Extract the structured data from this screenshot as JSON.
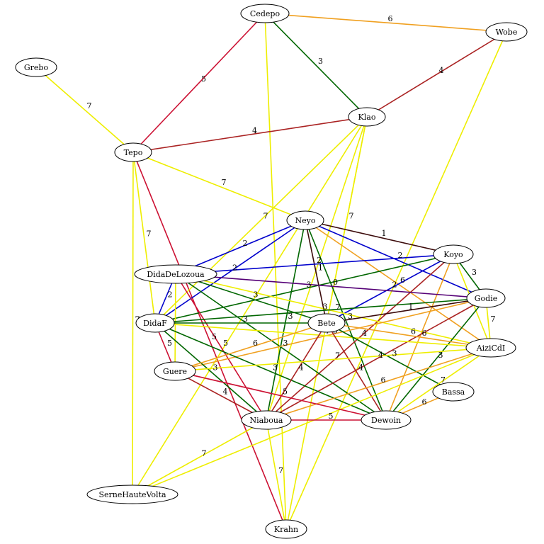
{
  "colors": {
    "1": "#3b0a0a",
    "2": "#0000cc",
    "3": "#006600",
    "4": "#aa2222",
    "5": "#cc1133",
    "6": "#f0a020",
    "7": "#eeee00",
    "0": "#550077"
  },
  "nodes": [
    {
      "id": "Cedepo",
      "label": "Cedepo"
    },
    {
      "id": "Wobe",
      "label": "Wobe"
    },
    {
      "id": "Grebo",
      "label": "Grebo"
    },
    {
      "id": "Klao",
      "label": "Klao"
    },
    {
      "id": "Tepo",
      "label": "Tepo"
    },
    {
      "id": "Neyo",
      "label": "Neyo"
    },
    {
      "id": "Koyo",
      "label": "Koyo"
    },
    {
      "id": "DidaDeLozoua",
      "label": "DidaDeLozoua"
    },
    {
      "id": "Godie",
      "label": "Godie"
    },
    {
      "id": "DidaF",
      "label": "DidaF"
    },
    {
      "id": "Bete",
      "label": "Bete"
    },
    {
      "id": "AiziCdI",
      "label": "AiziCdI"
    },
    {
      "id": "Guere",
      "label": "Guere"
    },
    {
      "id": "Bassa",
      "label": "Bassa"
    },
    {
      "id": "Niaboua",
      "label": "Niaboua"
    },
    {
      "id": "Dewoin",
      "label": "Dewoin"
    },
    {
      "id": "SerneHauteVolta",
      "label": "SerneHauteVolta"
    },
    {
      "id": "Krahn",
      "label": "Krahn"
    }
  ],
  "edges": [
    {
      "from": "Cedepo",
      "to": "Wobe",
      "label": "6"
    },
    {
      "from": "Cedepo",
      "to": "Tepo",
      "label": "5"
    },
    {
      "from": "Cedepo",
      "to": "Klao",
      "label": "3"
    },
    {
      "from": "Cedepo",
      "to": "Krahn",
      "label": ""
    },
    {
      "from": "Wobe",
      "to": "Klao",
      "label": "4"
    },
    {
      "from": "Wobe",
      "to": "Krahn",
      "label": ""
    },
    {
      "from": "Grebo",
      "to": "Tepo",
      "label": "7"
    },
    {
      "from": "Tepo",
      "to": "Klao",
      "label": "4"
    },
    {
      "from": "Tepo",
      "to": "Neyo",
      "label": "7"
    },
    {
      "from": "Tepo",
      "to": "DidaF",
      "label": "7"
    },
    {
      "from": "Tepo",
      "to": "SerneHauteVolta",
      "label": "7"
    },
    {
      "from": "Tepo",
      "to": "Krahn",
      "label": "5"
    },
    {
      "from": "Klao",
      "to": "DidaF",
      "label": "7"
    },
    {
      "from": "Klao",
      "to": "Bete",
      "label": "7"
    },
    {
      "from": "Klao",
      "to": "SerneHauteVolta",
      "label": ""
    },
    {
      "from": "Klao",
      "to": "Niaboua",
      "label": ""
    },
    {
      "from": "Klao",
      "to": "Krahn",
      "label": ""
    },
    {
      "from": "Neyo",
      "to": "Koyo",
      "label": "1"
    },
    {
      "from": "Neyo",
      "to": "DidaDeLozoua",
      "label": "2"
    },
    {
      "from": "Neyo",
      "to": "Godie",
      "label": "2"
    },
    {
      "from": "Neyo",
      "to": "AiziCdI",
      "label": "6"
    },
    {
      "from": "Neyo",
      "to": "Bete",
      "label": "1"
    },
    {
      "from": "Neyo",
      "to": "DidaF",
      "label": "2"
    },
    {
      "from": "Neyo",
      "to": "Niaboua",
      "label": "3"
    },
    {
      "from": "Neyo",
      "to": "Dewoin",
      "label": "3"
    },
    {
      "from": "Koyo",
      "to": "DidaDeLozoua",
      "label": "2"
    },
    {
      "from": "Koyo",
      "to": "Godie",
      "label": "3"
    },
    {
      "from": "Koyo",
      "to": "AiziCdI",
      "label": "7"
    },
    {
      "from": "Koyo",
      "to": "DidaF",
      "label": "3"
    },
    {
      "from": "Koyo",
      "to": "Bete",
      "label": "2"
    },
    {
      "from": "Koyo",
      "to": "Dewoin",
      "label": "6"
    },
    {
      "from": "Koyo",
      "to": "Niaboua",
      "label": "4"
    },
    {
      "from": "DidaDeLozoua",
      "to": "Godie",
      "label": "0"
    },
    {
      "from": "DidaDeLozoua",
      "to": "Bete",
      "label": "3"
    },
    {
      "from": "DidaDeLozoua",
      "to": "DidaF",
      "label": "2"
    },
    {
      "from": "DidaDeLozoua",
      "to": "AiziCdI",
      "label": "7"
    },
    {
      "from": "DidaDeLozoua",
      "to": "Dewoin",
      "label": "3"
    },
    {
      "from": "DidaDeLozoua",
      "to": "Niaboua",
      "label": "5"
    },
    {
      "from": "DidaDeLozoua",
      "to": "Guere",
      "label": ""
    },
    {
      "from": "Godie",
      "to": "DidaF",
      "label": "3"
    },
    {
      "from": "Godie",
      "to": "Bete",
      "label": "1"
    },
    {
      "from": "Godie",
      "to": "AiziCdI",
      "label": "7"
    },
    {
      "from": "Godie",
      "to": "Guere",
      "label": "6"
    },
    {
      "from": "Godie",
      "to": "Dewoin",
      "label": "3"
    },
    {
      "from": "Godie",
      "to": "Niaboua",
      "label": "4"
    },
    {
      "from": "DidaF",
      "to": "Bete",
      "label": "3"
    },
    {
      "from": "DidaF",
      "to": "AiziCdI",
      "label": "7"
    },
    {
      "from": "DidaF",
      "to": "Guere",
      "label": "5"
    },
    {
      "from": "DidaF",
      "to": "Dewoin",
      "label": "3"
    },
    {
      "from": "DidaF",
      "to": "Niaboua",
      "label": "3"
    },
    {
      "from": "Bete",
      "to": "AiziCdI",
      "label": "6"
    },
    {
      "from": "Bete",
      "to": "Guere",
      "label": "6"
    },
    {
      "from": "Bete",
      "to": "Niaboua",
      "label": "4"
    },
    {
      "from": "Bete",
      "to": "Dewoin",
      "label": "4"
    },
    {
      "from": "Bete",
      "to": "Bassa",
      "label": "3"
    },
    {
      "from": "AiziCdI",
      "to": "Niaboua",
      "label": "6"
    },
    {
      "from": "AiziCdI",
      "to": "Dewoin",
      "label": "7"
    },
    {
      "from": "AiziCdI",
      "to": "SerneHauteVolta",
      "label": ""
    },
    {
      "from": "AiziCdI",
      "to": "Guere",
      "label": "7"
    },
    {
      "from": "Bassa",
      "to": "Dewoin",
      "label": "6"
    },
    {
      "from": "Guere",
      "to": "Niaboua",
      "label": "4"
    },
    {
      "from": "Guere",
      "to": "Dewoin",
      "label": "5"
    },
    {
      "from": "Niaboua",
      "to": "Dewoin",
      "label": "5"
    },
    {
      "from": "Niaboua",
      "to": "SerneHauteVolta",
      "label": "7"
    },
    {
      "from": "Niaboua",
      "to": "Krahn",
      "label": "7"
    }
  ]
}
